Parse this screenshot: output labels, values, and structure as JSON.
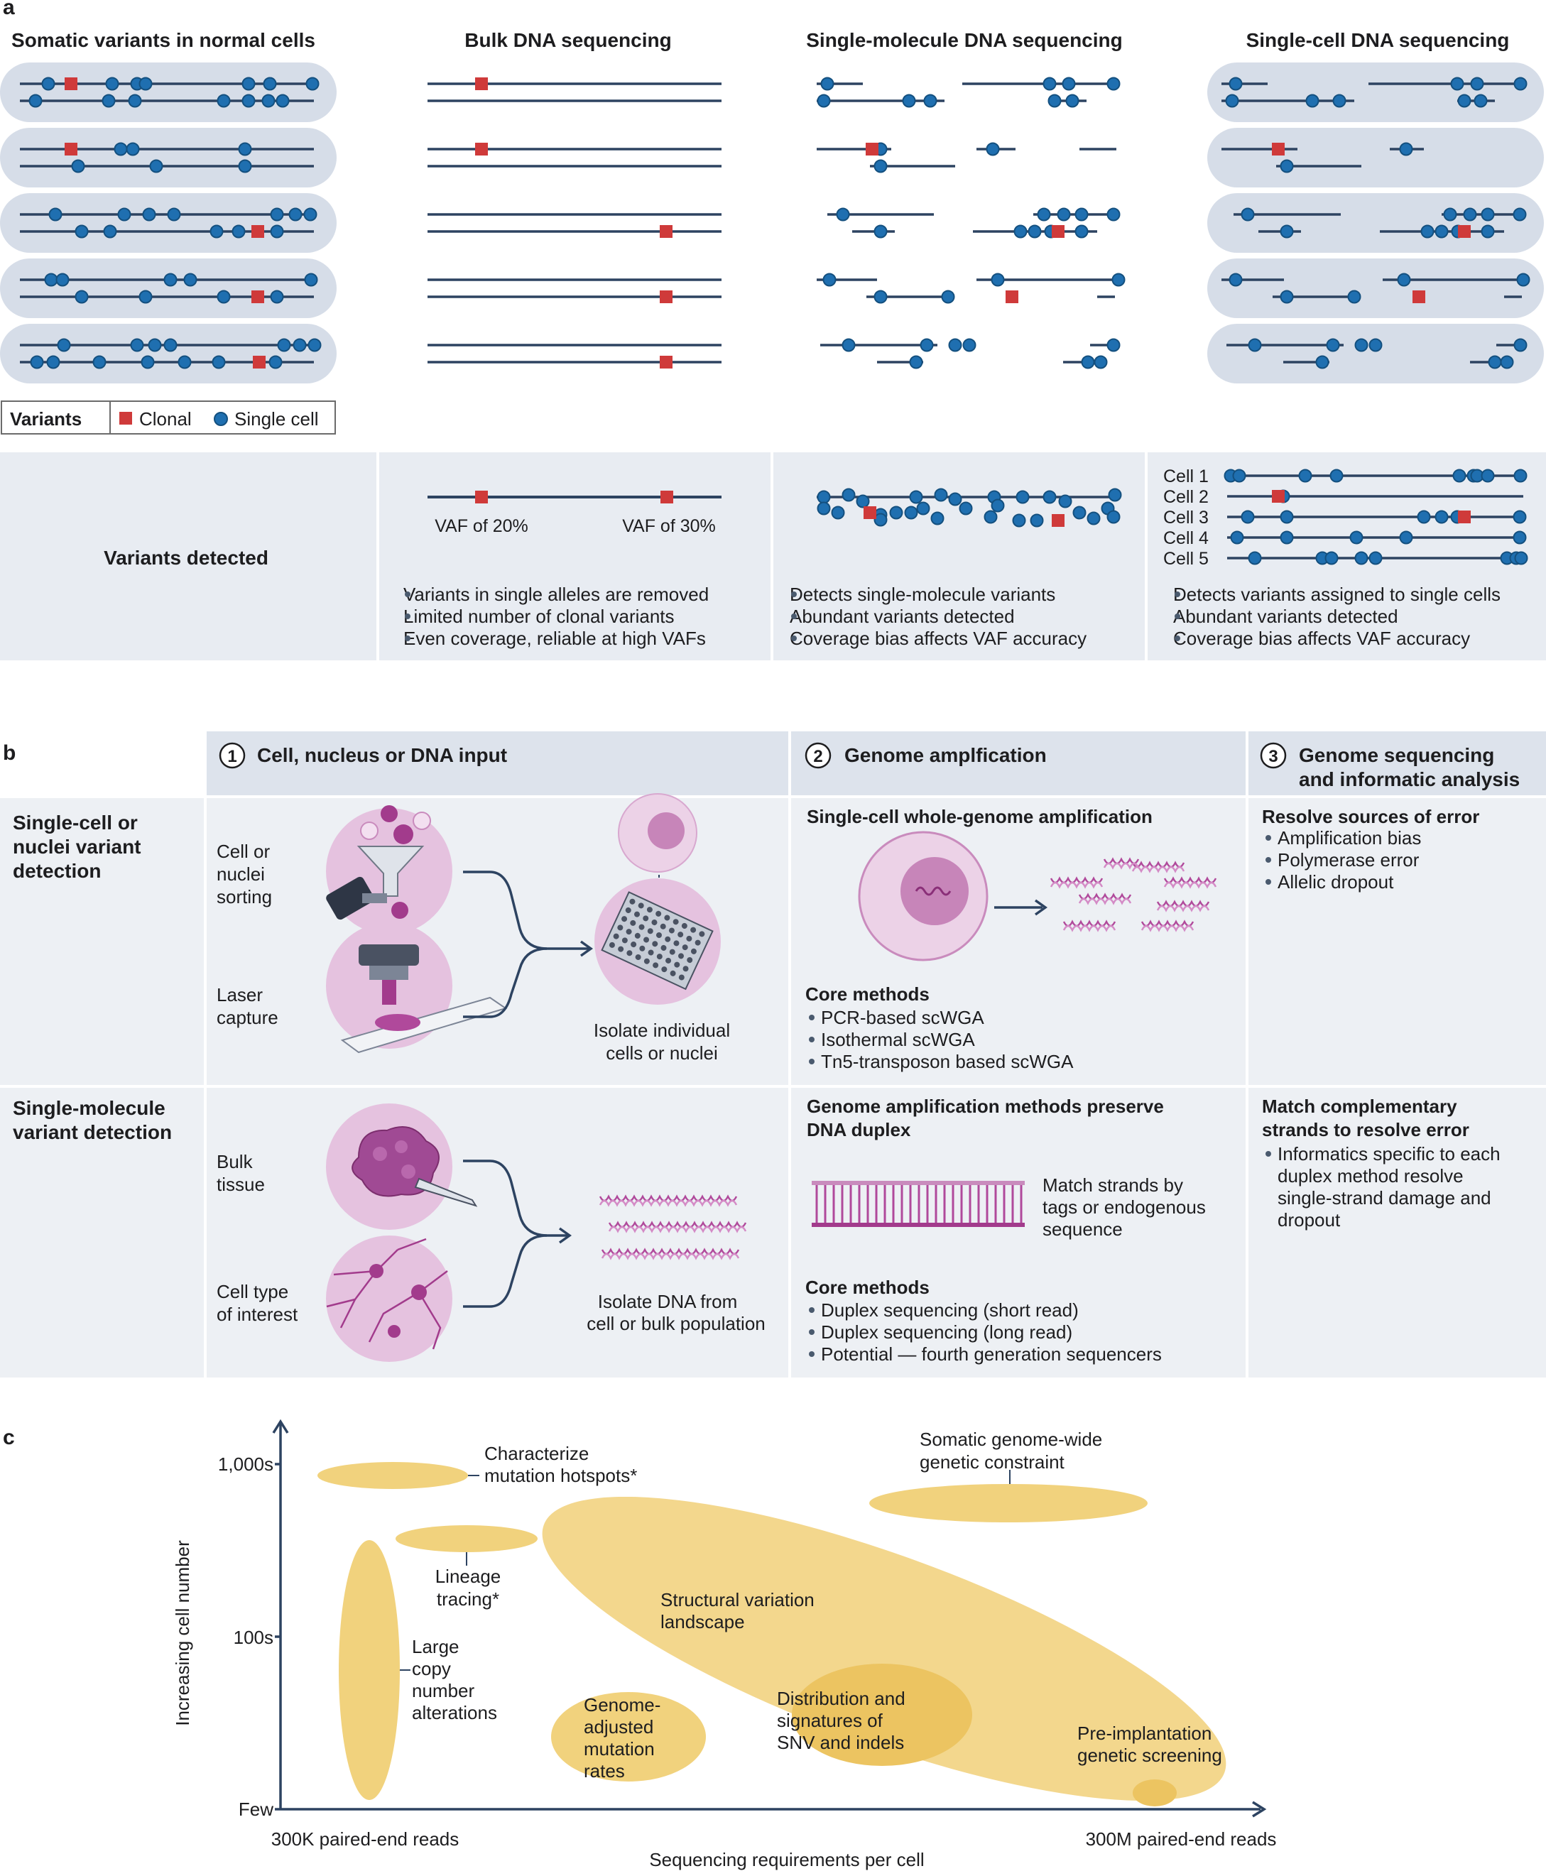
{
  "colors": {
    "strand": "#2d4361",
    "single": "#1f6fb0",
    "clonal": "#cf3a3a",
    "cell_bg": "#d6dde8",
    "panel_bg": "#e8ecf2",
    "header_bg": "#dde3ec",
    "row_bg": "#edf0f4",
    "purple": "#b0499b",
    "purple_light": "#e8cbe3",
    "ellipse": "#f1d27d"
  },
  "panel_a": {
    "label": "a",
    "headers": [
      "Somatic variants in normal cells",
      "Bulk DNA sequencing",
      "Single-molecule DNA sequencing",
      "Single-cell DNA sequencing"
    ],
    "legend": {
      "title": "Variants",
      "clonal": "Clonal",
      "single": "Single cell"
    },
    "detected": {
      "title": "Variants detected",
      "vaf1": "VAF of 20%",
      "vaf2": "VAF of 30%",
      "cells": [
        "Cell 1",
        "Cell 2",
        "Cell 3",
        "Cell 4",
        "Cell 5"
      ],
      "bulk_bullets": [
        "Variants in single alleles are removed",
        "Limited number of clonal variants",
        "Even coverage, reliable at high VAFs"
      ],
      "sm_bullets": [
        "Detects single-molecule variants",
        "Abundant variants detected",
        "Coverage bias affects VAF accuracy"
      ],
      "sc_bullets": [
        "Detects variants assigned to single cells",
        "Abundant variants detected",
        "Coverage bias affects VAF accuracy"
      ]
    }
  },
  "panel_b": {
    "label": "b",
    "col1": {
      "num": "1",
      "title": "Cell, nucleus or DNA input"
    },
    "col2": {
      "num": "2",
      "title": "Genome amplfication"
    },
    "col3": {
      "num": "3",
      "title_line1": "Genome sequencing",
      "title_line2": "and informatic analysis"
    },
    "row1": {
      "title": [
        "Single-cell or",
        "nuclei variant",
        "detection"
      ],
      "sorting": [
        "Cell or",
        "nuclei",
        "sorting"
      ],
      "laser": [
        "Laser",
        "capture"
      ],
      "isolate": [
        "Isolate individual",
        "cells or nuclei"
      ],
      "amp_title": "Single-cell whole-genome amplification",
      "core_title": "Core methods",
      "core": [
        "PCR-based scWGA",
        "Isothermal scWGA",
        "Tn5-transposon based scWGA"
      ],
      "resolve_title": "Resolve sources of error",
      "resolve": [
        "Amplification bias",
        "Polymerase error",
        "Allelic dropout"
      ]
    },
    "row2": {
      "title": [
        "Single-molecule",
        "variant detection"
      ],
      "bulk": [
        "Bulk",
        "tissue"
      ],
      "celltype": [
        "Cell type",
        "of interest"
      ],
      "isolate": [
        "Isolate DNA from",
        "cell or bulk population"
      ],
      "amp_title": [
        "Genome amplification methods preserve",
        "DNA duplex"
      ],
      "match": [
        "Match strands by",
        "tags or endogenous",
        "sequence"
      ],
      "core_title": "Core methods",
      "core": [
        "Duplex sequencing (short read)",
        "Duplex sequencing (long read)",
        "Potential — fourth generation sequencers"
      ],
      "resolve_title": [
        "Match complementary",
        "strands to resolve error"
      ],
      "resolve": [
        "Informatics specific to each",
        "duplex method resolve",
        "single-strand damage and",
        "dropout"
      ]
    }
  },
  "panel_c": {
    "label": "c",
    "ylabel": "Increasing cell number",
    "xlabel": "Sequencing requirements per cell",
    "yticks": [
      "1,000s",
      "100s",
      "Few"
    ],
    "xticks": [
      "300K paired-end reads",
      "300M paired-end reads"
    ],
    "labels": {
      "hotspots": [
        "Characterize",
        "mutation hotspots*"
      ],
      "constraint": [
        "Somatic genome-wide",
        "genetic constraint"
      ],
      "lineage": [
        "Lineage",
        "tracing*"
      ],
      "sv": [
        "Structural variation",
        "landscape"
      ],
      "cna": [
        "Large",
        "copy",
        "number",
        "alterations"
      ],
      "gamr": [
        "Genome-",
        "adjusted",
        "mutation",
        "rates"
      ],
      "snv": [
        "Distribution and",
        "signatures of",
        "SNV and indels"
      ],
      "pgs": [
        "Pre-implantation",
        "genetic screening"
      ]
    }
  }
}
